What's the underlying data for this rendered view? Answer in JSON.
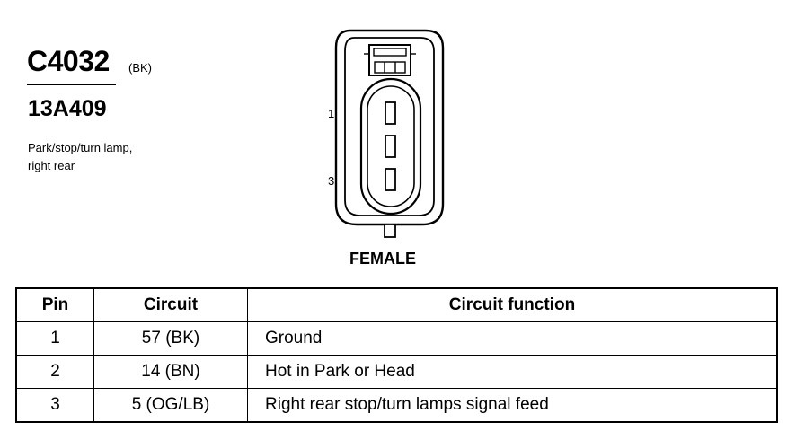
{
  "connector": {
    "id": "C4032",
    "color": "(BK)",
    "part_number": "13A409",
    "description_lines": [
      "Park/stop/turn lamp,",
      "right rear"
    ]
  },
  "diagram": {
    "pin_label_top": "1",
    "pin_label_bottom": "3",
    "type": "FEMALE"
  },
  "table": {
    "headers": [
      "Pin",
      "Circuit",
      "Circuit function"
    ],
    "rows": [
      {
        "pin": "1",
        "circuit": "57 (BK)",
        "function": "Ground"
      },
      {
        "pin": "2",
        "circuit": "14 (BN)",
        "function": "Hot in Park or Head"
      },
      {
        "pin": "3",
        "circuit": "5 (OG/LB)",
        "function": "Right rear stop/turn lamps signal feed"
      }
    ]
  }
}
